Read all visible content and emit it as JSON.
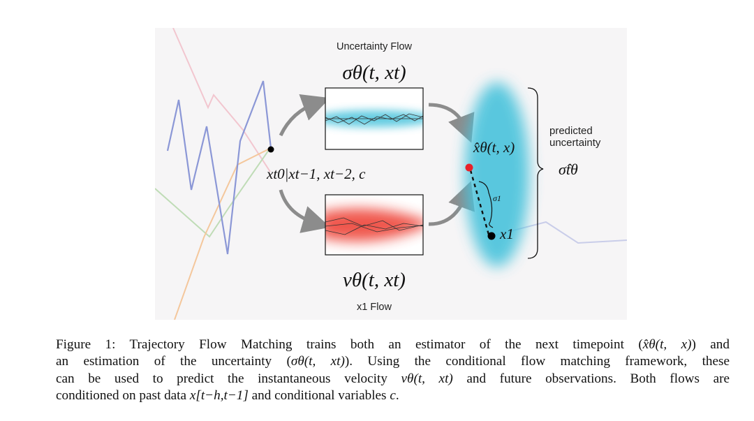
{
  "figure": {
    "top_label": "Uncertainty Flow",
    "top_formula": "σθ(t, xt)",
    "bottom_formula": "vθ(t, xt)",
    "bottom_label": "x1 Flow",
    "condition_formula": "xt0|xt−1, xt−2, c",
    "prediction_formula": "x̂θ(t, x)",
    "sigma_label": "σ1",
    "x1_label": "x1",
    "predicted_label_line1": "predicted",
    "predicted_label_line2": "uncertainty",
    "sigma_hat_label": "σ̂tθ",
    "colors": {
      "uncertainty_flow": "#49c3dc",
      "x1_flow": "#ef4f45",
      "prediction_point": "#e8212a",
      "trajectory_blue": "#8b97d6",
      "trajectory_pink": "#f2c6cf",
      "trajectory_green": "#bfdcb6",
      "trajectory_orange": "#f4c79c",
      "arrow_gray": "#8c8c8c"
    }
  },
  "caption": {
    "label": "Figure 1:",
    "line1_a": "Trajectory Flow Matching trains both an estimator of the next timepoint (",
    "line1_math": "x̂θ(t, x)",
    "line1_b": ") and",
    "line2_a": "an estimation of the uncertainty (",
    "line2_math": "σθ(t, xt)",
    "line2_b": "). Using the conditional flow matching framework, these",
    "line3_a": "can be used to predict the instantaneous velocity ",
    "line3_math": "vθ(t, xt)",
    "line3_b": " and future observations. Both flows are",
    "line4_a": "conditioned on past data ",
    "line4_math": "x[t−h,t−1]",
    "line4_b": " and conditional variables ",
    "line4_math2": "c",
    "line4_c": "."
  }
}
